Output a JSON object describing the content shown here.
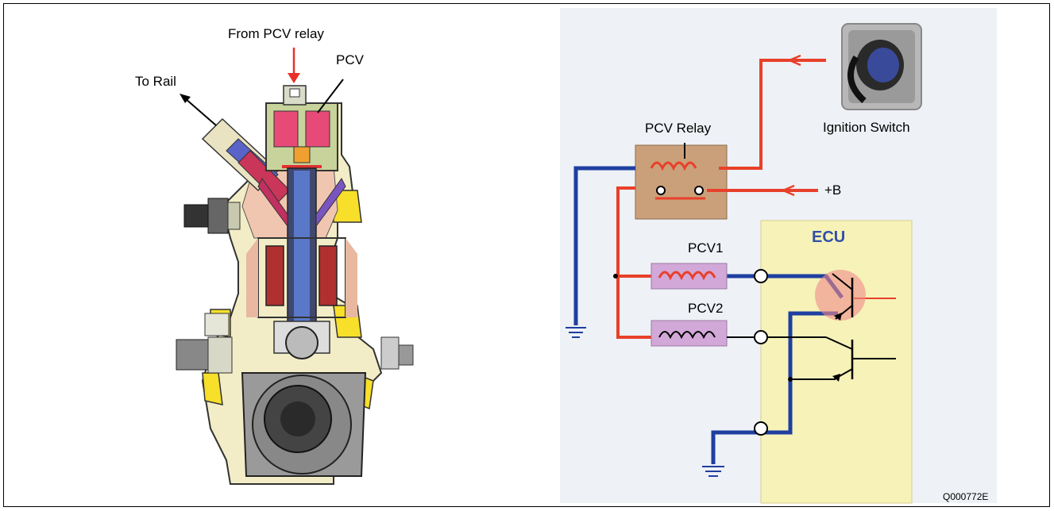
{
  "pump": {
    "label_from_relay": "From PCV relay",
    "label_pcv": "PCV",
    "label_to_rail": "To Rail"
  },
  "circuit": {
    "pcv_relay": "PCV Relay",
    "ignition_switch": "Ignition Switch",
    "plus_b": "+B",
    "ecu": "ECU",
    "pcv1": "PCV1",
    "pcv2": "PCV2"
  },
  "figure_code": "Q000772E",
  "colors": {
    "wire_red": "#e8402a",
    "wire_blue": "#1f3fa0",
    "relay_box": "#caa07a",
    "ecu_box": "#f6f2b8",
    "coil_box": "#d2a8d8"
  }
}
